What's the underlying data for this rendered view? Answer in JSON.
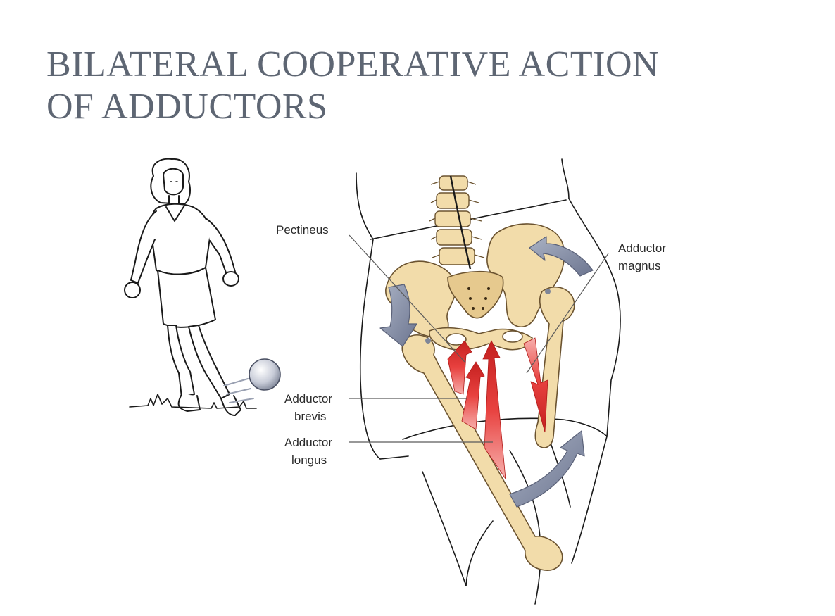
{
  "slide": {
    "title_line1": "BILATERAL COOPERATIVE ACTION",
    "title_line2": "OF ADDUCTORS"
  },
  "diagram": {
    "labels": {
      "pectineus": "Pectineus",
      "adductor_magnus_1": "Adductor",
      "adductor_magnus_2": "magnus",
      "adductor_brevis_1": "Adductor",
      "adductor_brevis_2": "brevis",
      "adductor_longus_1": "Adductor",
      "adductor_longus_2": "longus"
    },
    "colors": {
      "bone": "#f2dcaa",
      "bone_outline": "#6b5330",
      "muscle": "#e8413f",
      "rotation_arrow": "#8a93a8",
      "title": "#5e6673"
    }
  }
}
